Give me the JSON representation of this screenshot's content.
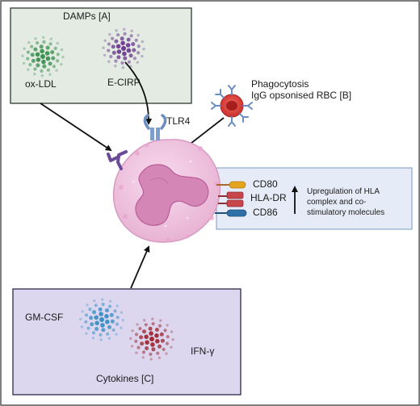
{
  "damps": {
    "title": "DAMPs [A]",
    "ox_ldl": "ox-LDL",
    "e_cirp": "E-CIRP"
  },
  "phagocytosis": {
    "line1": "Phagocytosis",
    "line2": "IgG opsonised RBC [B]"
  },
  "receptor": {
    "tlr4": "TLR4"
  },
  "markers": {
    "cd80": "CD80",
    "hla_dr": "HLA-DR",
    "cd86": "CD86",
    "note_line1": "Upregulation of HLA",
    "note_line2": "complex and co-",
    "note_line3": "stimulatory molecules"
  },
  "cytokines": {
    "title": "Cytokines [C]",
    "gm_csf": "GM-CSF",
    "ifn_gamma": "IFN-γ"
  },
  "colors": {
    "frame": "#555555",
    "damps_box_fill": "#e3ebe3",
    "damps_box_stroke": "#2f3a2f",
    "cytokine_box_fill": "#dcd7ee",
    "cytokine_box_stroke": "#2e2a48",
    "marker_box_fill": "#e6ecf7",
    "marker_box_stroke": "#8fa6cc",
    "cell": "#f0c6e0",
    "nucleus": "#d486b6",
    "ox_ldl_dots": "#3b9150",
    "e_cirp_dots": "#6e3c8f",
    "gm_csf_dots": "#3a8fc7",
    "ifn_dots": "#a12a35",
    "rbc": "#d93631",
    "cd80": "#e4a51c",
    "hla_dr": "#c8454c",
    "cd86": "#2f70a8"
  }
}
